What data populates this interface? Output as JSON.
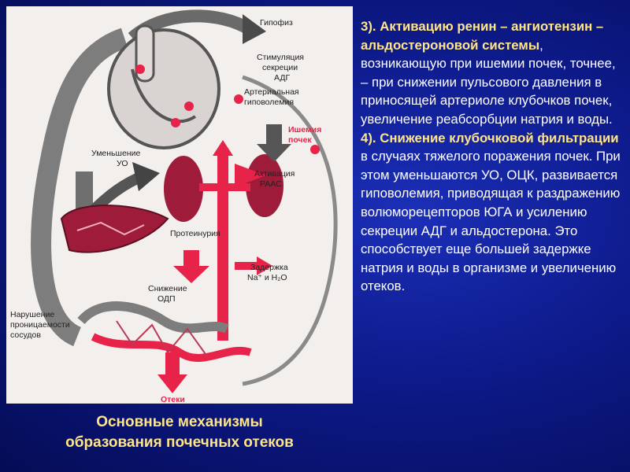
{
  "diagram": {
    "labels": {
      "hypophysis": "Гипофиз",
      "adh1": "Стимуляция",
      "adh2": "секреции",
      "adh3": "АДГ",
      "hypo1": "Артериальная",
      "hypo2": "гиповолемия",
      "isch1": "Ишемия",
      "isch2": "почек",
      "uo1": "Уменьшение",
      "uo2": "УО",
      "raas1": "Активация",
      "raas2": "РААС",
      "prot": "Протеинурия",
      "delay1": "Задержка",
      "delay2": "Na⁺ и H₂O",
      "odp1": "Снижение",
      "odp2": "ОДП",
      "perm1": "Нарушение",
      "perm2": "проницаемости",
      "perm3": "сосудов",
      "edema": "Отеки"
    }
  },
  "caption": {
    "line1": "Основные механизмы",
    "line2": "образования почечных отеков"
  },
  "text": {
    "p1_hl": "3). Активацию ренин – ангиотензин – альдостероновой системы",
    "p1_rest": ", возникающую при ишемии почек, точнее, – при снижении пульсового давления в приносящей артериоле клубочков почек, увеличение реабсорбции натрия и воды.",
    "p2_hl": "4). Снижение клубочковой фильтрации",
    "p2_rest": " в случаях тяжелого поражения почек. При этом уменьшаются УО, ОЦК, развивается гиповолемия, приводящая к раздражению волюморецепторов ЮГА и усилению секреции АДГ и альдостерона. Это способствует еще большей задержке натрия и воды в организме и увеличению отеков."
  }
}
